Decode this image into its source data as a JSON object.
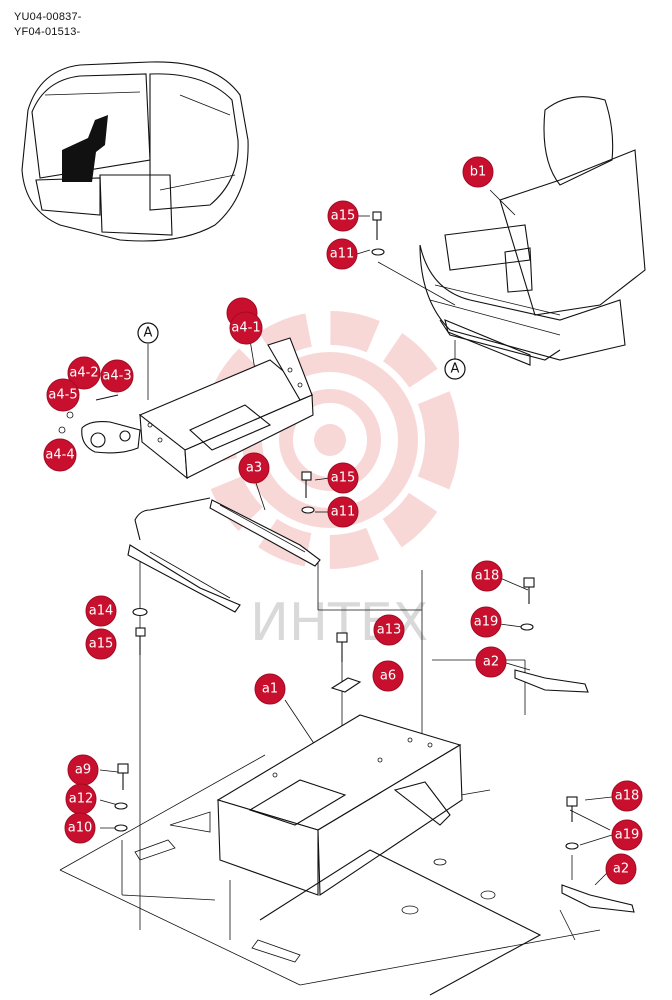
{
  "document_codes": [
    "YU04-00837-",
    "YF04-01513-"
  ],
  "watermark": {
    "text": "ИНТЕХ",
    "color": "#f4b8b8"
  },
  "accent_color": "#c8102e",
  "reference_marks": [
    {
      "id": "ref-a-top",
      "label": "A"
    },
    {
      "id": "ref-a-seat",
      "label": "A"
    }
  ],
  "callouts": [
    {
      "id": "b1",
      "label": "b1"
    },
    {
      "id": "a15-seat",
      "label": "a15"
    },
    {
      "id": "a11-seat",
      "label": "a11"
    },
    {
      "id": "a4-blank",
      "label": ""
    },
    {
      "id": "a4-1",
      "label": "a4-1"
    },
    {
      "id": "a4-2",
      "label": "a4-2"
    },
    {
      "id": "a4-3",
      "label": "a4-3"
    },
    {
      "id": "a4-5",
      "label": "a4-5"
    },
    {
      "id": "a4-4",
      "label": "a4-4"
    },
    {
      "id": "a3",
      "label": "a3"
    },
    {
      "id": "a15-rail",
      "label": "a15"
    },
    {
      "id": "a11-rail",
      "label": "a11"
    },
    {
      "id": "a18-top",
      "label": "a18"
    },
    {
      "id": "a19-top",
      "label": "a19"
    },
    {
      "id": "a2-top",
      "label": "a2"
    },
    {
      "id": "a14",
      "label": "a14"
    },
    {
      "id": "a15-left",
      "label": "a15"
    },
    {
      "id": "a13",
      "label": "a13"
    },
    {
      "id": "a6",
      "label": "a6"
    },
    {
      "id": "a1",
      "label": "a1"
    },
    {
      "id": "a9",
      "label": "a9"
    },
    {
      "id": "a12",
      "label": "a12"
    },
    {
      "id": "a10",
      "label": "a10"
    },
    {
      "id": "a18-bottom",
      "label": "a18"
    },
    {
      "id": "a19-bottom",
      "label": "a19"
    },
    {
      "id": "a2-bottom",
      "label": "a2"
    }
  ]
}
